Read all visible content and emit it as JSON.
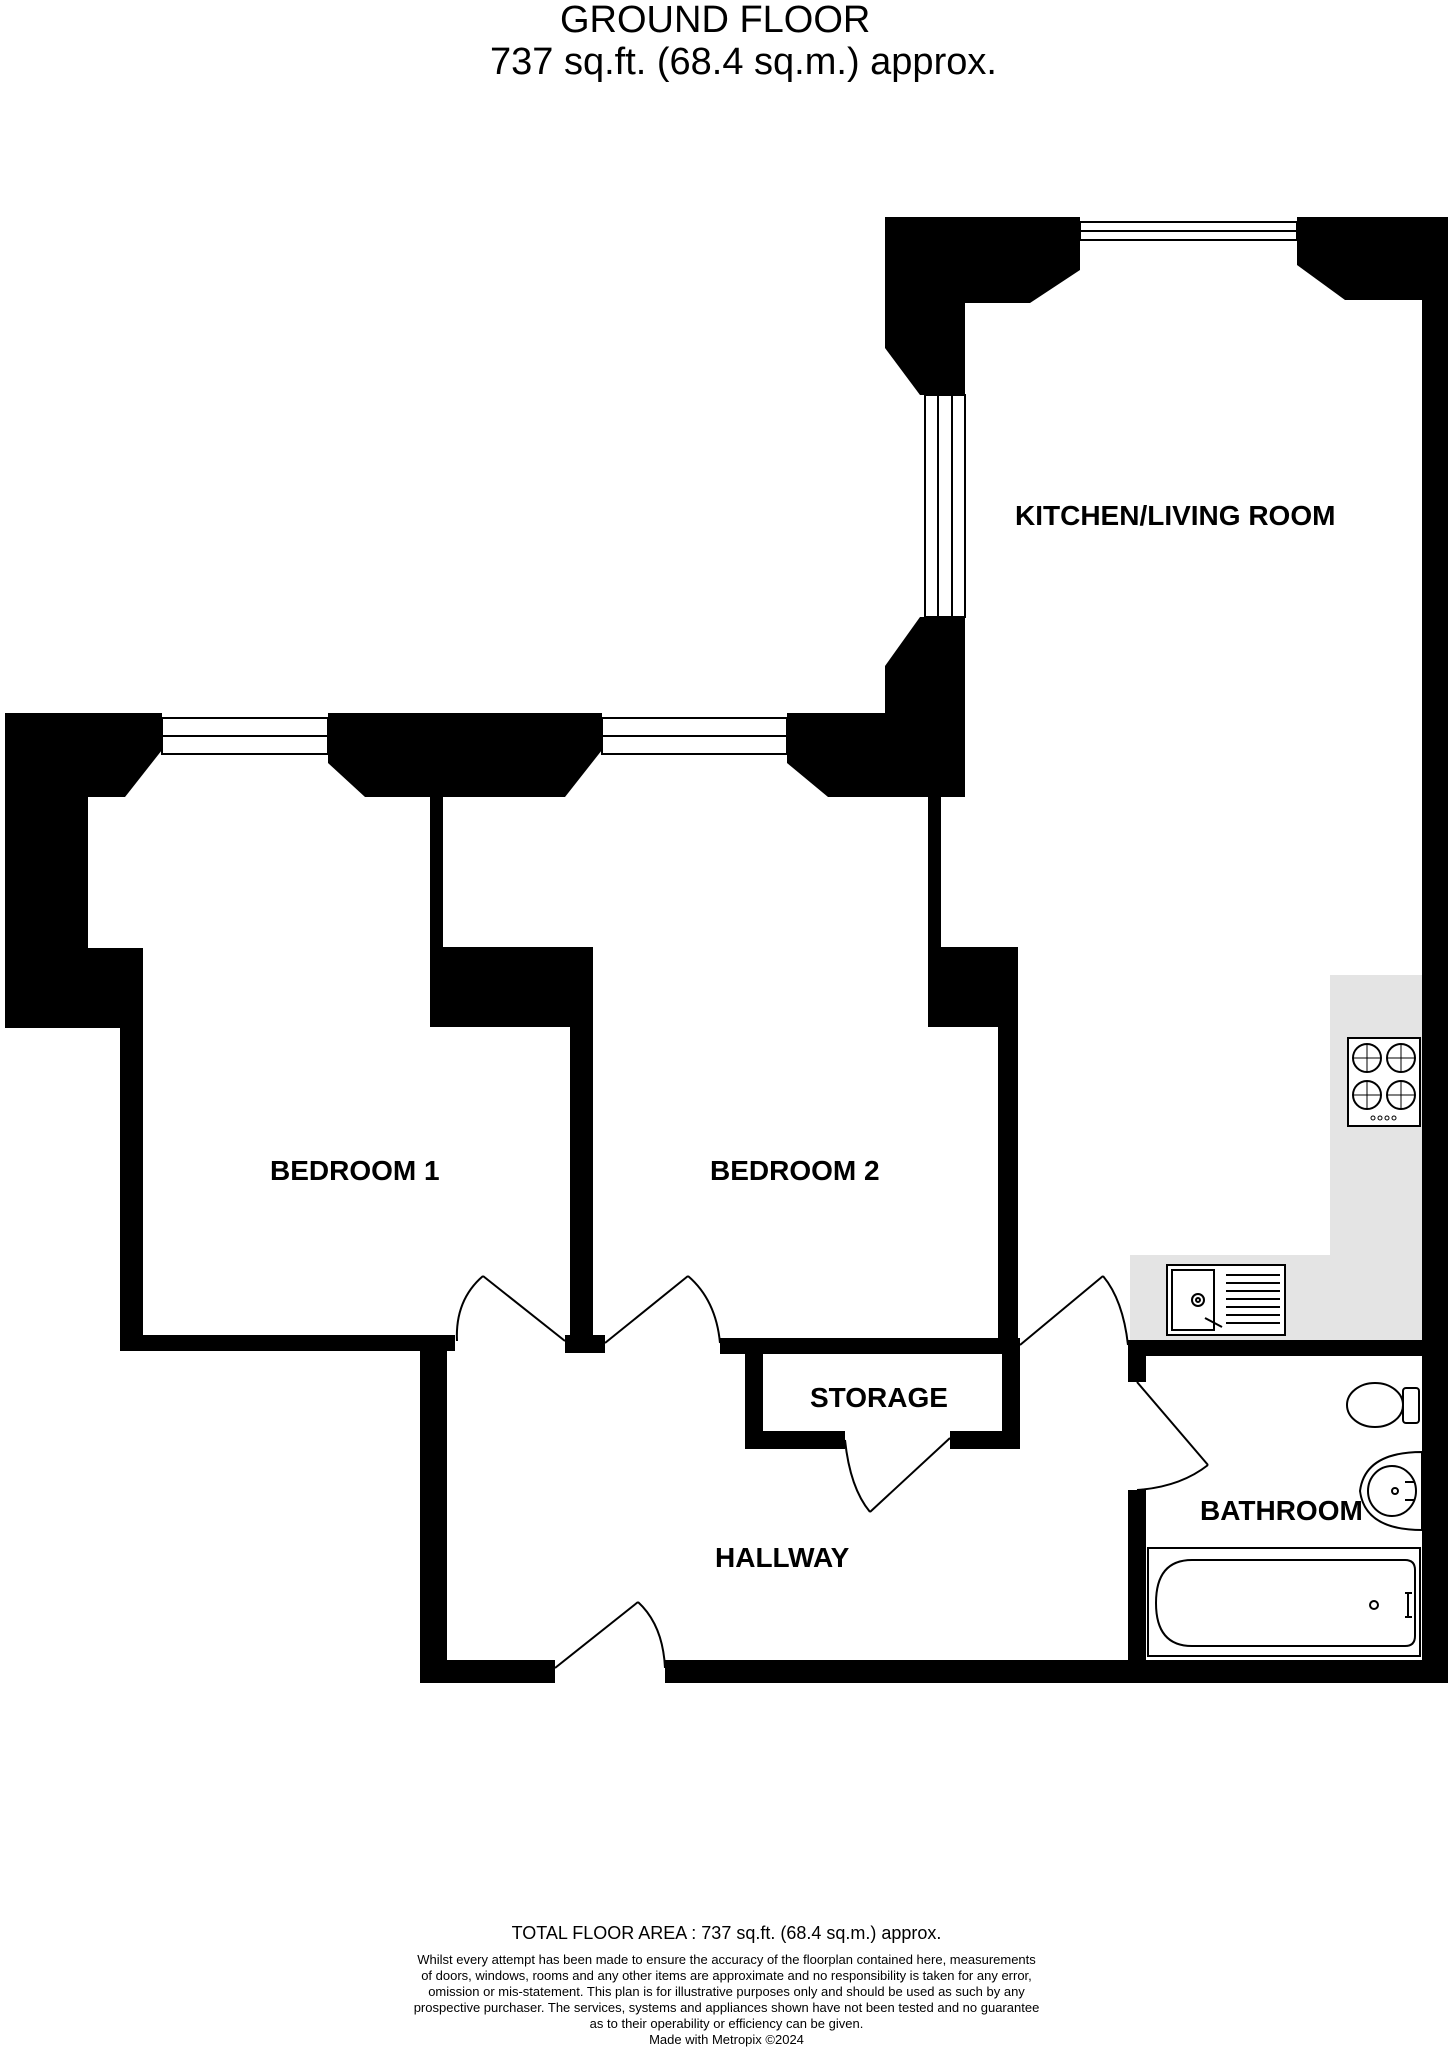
{
  "header": {
    "floor_title": "GROUND FLOOR",
    "floor_area": "737 sq.ft. (68.4 sq.m.) approx."
  },
  "rooms": {
    "kitchen": "KITCHEN/LIVING ROOM",
    "bedroom1": "BEDROOM 1",
    "bedroom2": "BEDROOM 2",
    "storage": "STORAGE",
    "hallway": "HALLWAY",
    "bathroom": "BATHROOM"
  },
  "footer": {
    "total_area": "TOTAL FLOOR AREA : 737 sq.ft. (68.4 sq.m.) approx.",
    "disclaimer_lines": [
      "Whilst every attempt has been made to ensure the accuracy of the floorplan contained here, measurements",
      "of doors, windows, rooms and any other items are approximate and no responsibility is taken for any error,",
      "omission or mis-statement. This plan is for illustrative purposes only and should be used as such by any",
      "prospective purchaser. The services, systems and appliances shown have not been tested and no guarantee",
      "as to their operability or efficiency can be given."
    ],
    "made_with": "Made with Metropix ©2024"
  },
  "colors": {
    "wall": "#000000",
    "worktop": "#e4e4e4",
    "background": "#ffffff"
  }
}
